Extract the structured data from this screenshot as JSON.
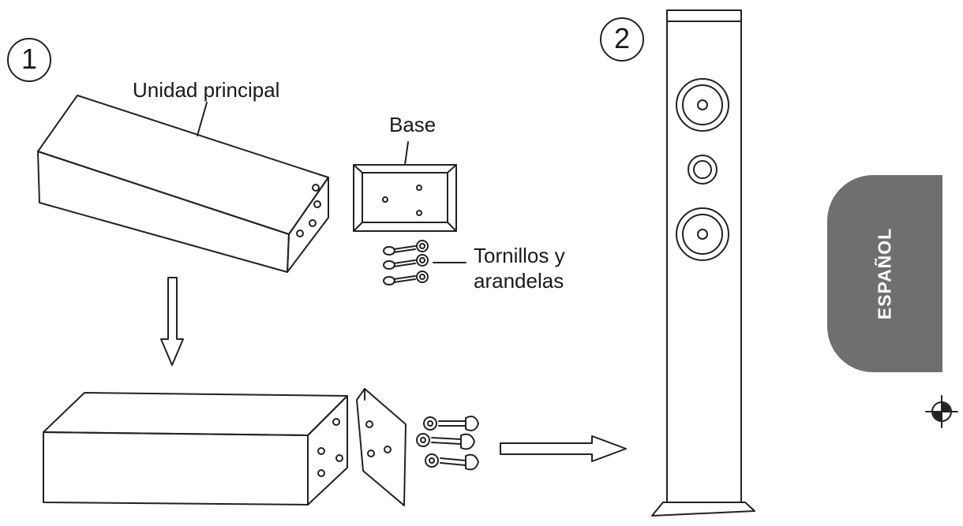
{
  "step1": {
    "number": "1"
  },
  "step2": {
    "number": "2"
  },
  "labels": {
    "main_unit": "Unidad principal",
    "base": "Base",
    "screws_line1": "Tornillos y",
    "screws_line2": "arandelas"
  },
  "language_tab": {
    "text": "ESPAÑOL",
    "color": "#6f6f6f"
  },
  "icons": {
    "registration_mark": "registration-mark-icon",
    "down_arrow": "down-arrow-icon",
    "right_arrow": "right-arrow-icon"
  }
}
